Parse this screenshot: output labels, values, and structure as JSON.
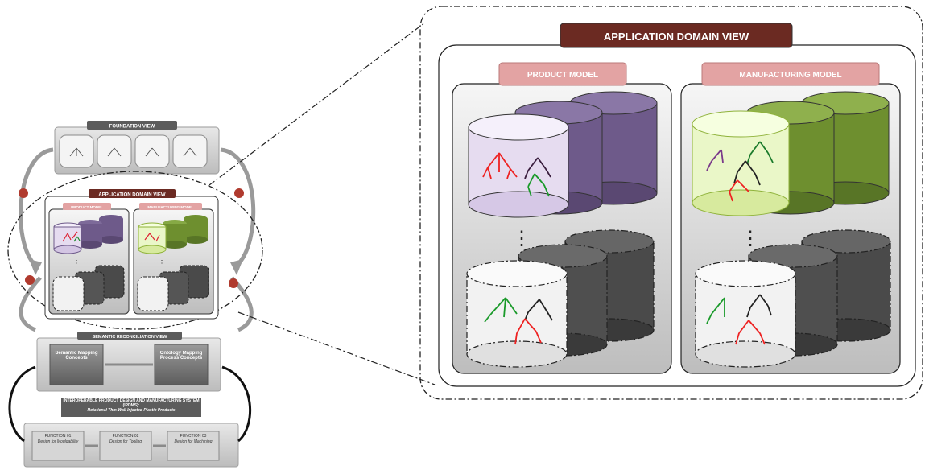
{
  "overview": {
    "foundation_view": "FOUNDATION VIEW",
    "app_domain_view": "APPLICATION DOMAIN VIEW",
    "product_model": "PRODUCT MODEL",
    "manufacturing_model": "MANUFACTURING MODEL",
    "semantic_view": "SEMANTIC RECONCILIATION VIEW",
    "semantic_box_left": "Semantic Mapping Concepts",
    "semantic_box_right": "Ontology Mapping Process Concepts",
    "ipdms_title": "INTEROPERABLE PRODUCT DESIGN AND MANUFACTURING SYSTEM (IPDMS):",
    "ipdms_subtitle": "Rotational Thin-Wall Injected Plastic Products",
    "functions": [
      {
        "id": "FUNCTION 01",
        "text": "Design for Mouldability"
      },
      {
        "id": "FUNCTION 02",
        "text": "Design for Tooling"
      },
      {
        "id": "FUNCTION 03",
        "text": "Design for Machining"
      }
    ]
  },
  "detail": {
    "title": "APPLICATION DOMAIN VIEW",
    "product_model": "PRODUCT MODEL",
    "manufacturing_model": "MANUFACTURING MODEL",
    "ellipsis": "⋮"
  },
  "colors": {
    "title_bg": "#6b2a22",
    "model_label_bg": "#e3a3a3",
    "product_cyl": "#6e5a8a",
    "product_front": "#e6dcf0",
    "mfg_cyl": "#6e8f2f",
    "mfg_front": "#eaf7c8",
    "dark_cyl": "#4a4a4a"
  }
}
